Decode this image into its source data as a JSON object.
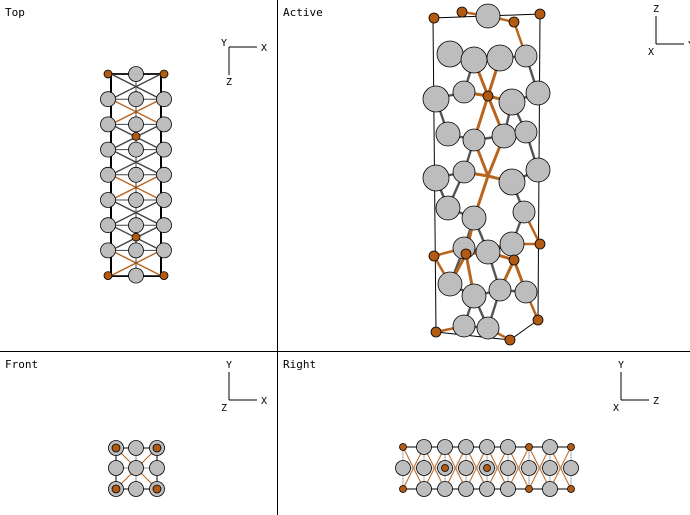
{
  "viewports": {
    "top": {
      "label": "Top",
      "axes": {
        "h": "X",
        "v": "Z",
        "corner": "Y"
      }
    },
    "active": {
      "label": "Active",
      "axes": {
        "h": "Y",
        "v": "Z",
        "corner": "X"
      }
    },
    "front": {
      "label": "Front",
      "axes": {
        "h": "X",
        "v": "Y",
        "corner": "Z"
      }
    },
    "right": {
      "label": "Right",
      "axes": {
        "h": "Z",
        "v": "Y",
        "corner": "X"
      }
    }
  },
  "colors": {
    "atom_gray": "#bdbdbd",
    "atom_copper": "#b35a12",
    "bond_copper": "#b8651f",
    "bond_gray": "#d0d0d0",
    "outline": "#000000",
    "divider": "#000000"
  }
}
